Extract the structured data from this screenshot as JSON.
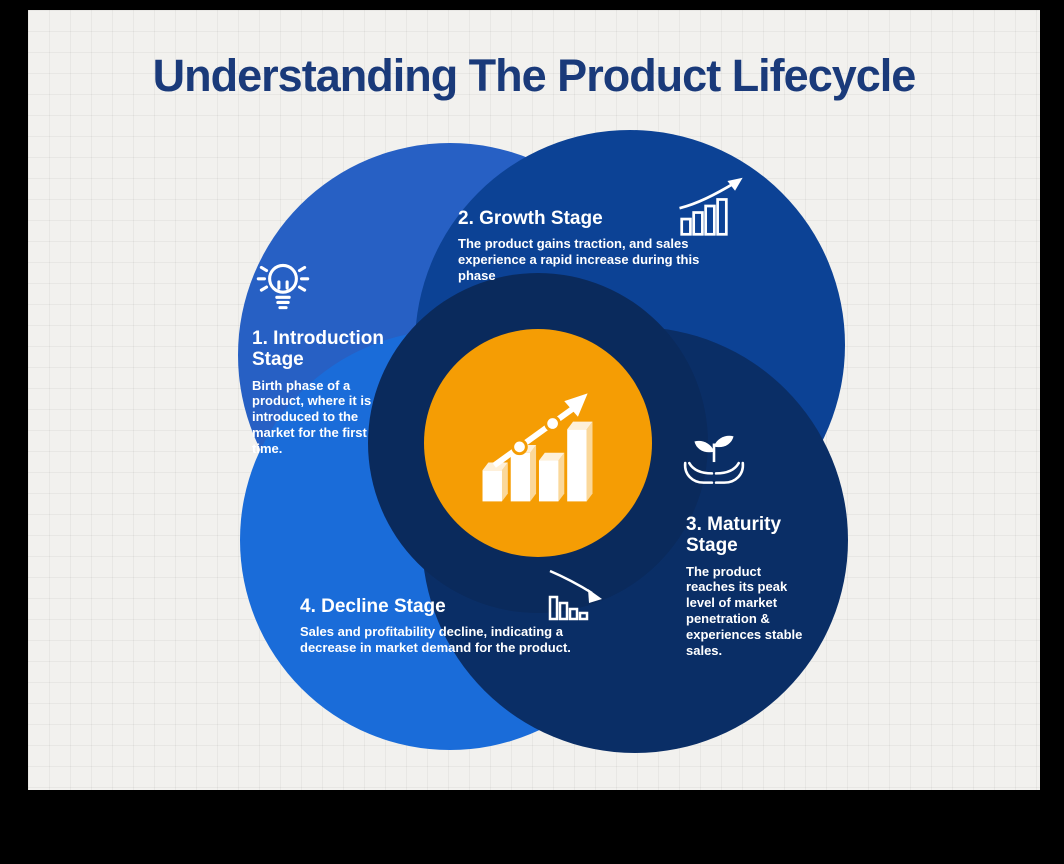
{
  "title": "Understanding The Product Lifecycle",
  "colors": {
    "frame": "#000000",
    "background": "#f2f1ee",
    "title_text": "#1a3a7a",
    "intro_circle": "#2760c4",
    "growth_circle": "#0c4295",
    "maturity_circle": "#0a2e66",
    "decline_circle": "#1a6cd9",
    "center_swirl": "#0a2a5c",
    "center_circle": "#f59d04",
    "stage_text": "#ffffff"
  },
  "center": {
    "icon": "bar-chart-trend-up-icon"
  },
  "stages": [
    {
      "id": "introduction",
      "heading": "1. Introduction Stage",
      "icon": "lightbulb-icon",
      "description": "Birth phase of a product, where it is introduced to the market for the first time."
    },
    {
      "id": "growth",
      "heading": "2. Growth Stage",
      "icon": "growth-chart-icon",
      "description": "The product gains traction, and sales experience a rapid increase during this phase"
    },
    {
      "id": "maturity",
      "heading": "3. Maturity Stage",
      "icon": "hands-holding-plant-icon",
      "description": "The product reaches its peak level of market penetration & experiences stable sales."
    },
    {
      "id": "decline",
      "heading": "4. Decline Stage",
      "icon": "declining-chart-icon",
      "description": "Sales and profitability decline, indicating a decrease in market demand for the product."
    }
  ]
}
